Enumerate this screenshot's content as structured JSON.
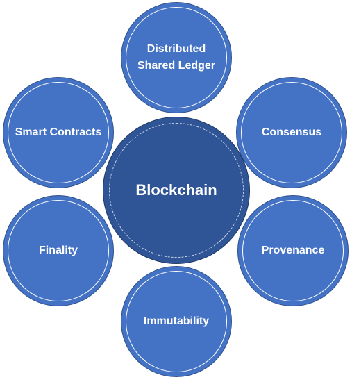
{
  "diagram": {
    "center": {
      "label": "Blockchain"
    },
    "nodes": {
      "top": {
        "label_line1": "Distributed",
        "label_line2": "Shared Ledger"
      },
      "upper_left": {
        "label": "Smart Contracts"
      },
      "upper_right": {
        "label": "Consensus"
      },
      "lower_left": {
        "label": "Finality"
      },
      "lower_right": {
        "label": "Provenance"
      },
      "bottom": {
        "label": "Immutability"
      }
    }
  },
  "colors": {
    "outer_fill": "#4472c4",
    "center_fill": "#2f5597",
    "text": "#ffffff"
  }
}
